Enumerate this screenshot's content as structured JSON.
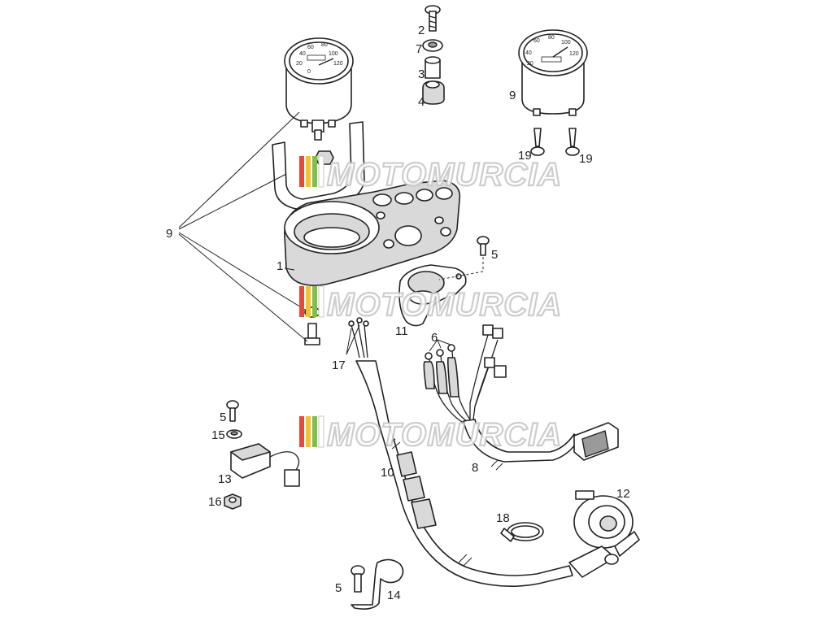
{
  "watermark": {
    "text": "MOTOMURCIA",
    "stripe_colors": [
      "#e24b3b",
      "#f2c230",
      "#7fbf4a",
      "#ffffff",
      "#c0c0c0"
    ]
  },
  "dial": {
    "ticks": [
      "20",
      "40",
      "60",
      "80",
      "100",
      "120"
    ],
    "zero": "0"
  },
  "callouts": {
    "c1": "1",
    "c2": "2",
    "c3": "3",
    "c4": "4",
    "c5a": "5",
    "c5b": "5",
    "c5c": "5",
    "c6": "6",
    "c7": "7",
    "c8": "8",
    "c9a": "9",
    "c9b": "9",
    "c10": "10",
    "c11": "11",
    "c12": "12",
    "c13": "13",
    "c14": "14",
    "c15": "15",
    "c16": "16",
    "c17": "17",
    "c18": "18",
    "c19a": "19",
    "c19b": "19"
  }
}
